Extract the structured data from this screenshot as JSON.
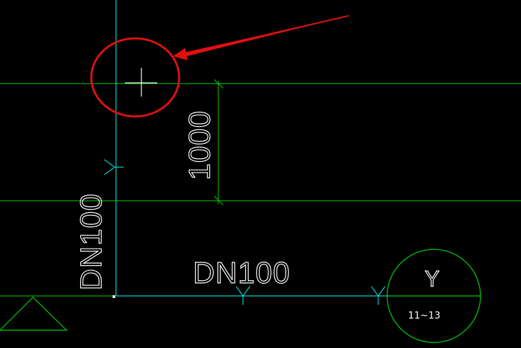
{
  "drawing": {
    "dimension_label": "1000",
    "pipe_label_vertical": "DN100",
    "pipe_label_horizontal": "DN100",
    "riser_symbol": "Y",
    "riser_range": "11~13",
    "pipe_marker_glyph": "Y"
  },
  "colors": {
    "background": "#000000",
    "grid_line": "#00d800",
    "pipe_line": "#00d8d8",
    "text": "#ffffff",
    "annotation": "#e01010",
    "riser_circle": "#00d800"
  },
  "icons": {
    "cursor": "crosshair-cursor-icon",
    "arrow": "annotation-arrow-icon",
    "triangle": "triangle-marker-icon",
    "riser": "riser-circle-icon"
  }
}
